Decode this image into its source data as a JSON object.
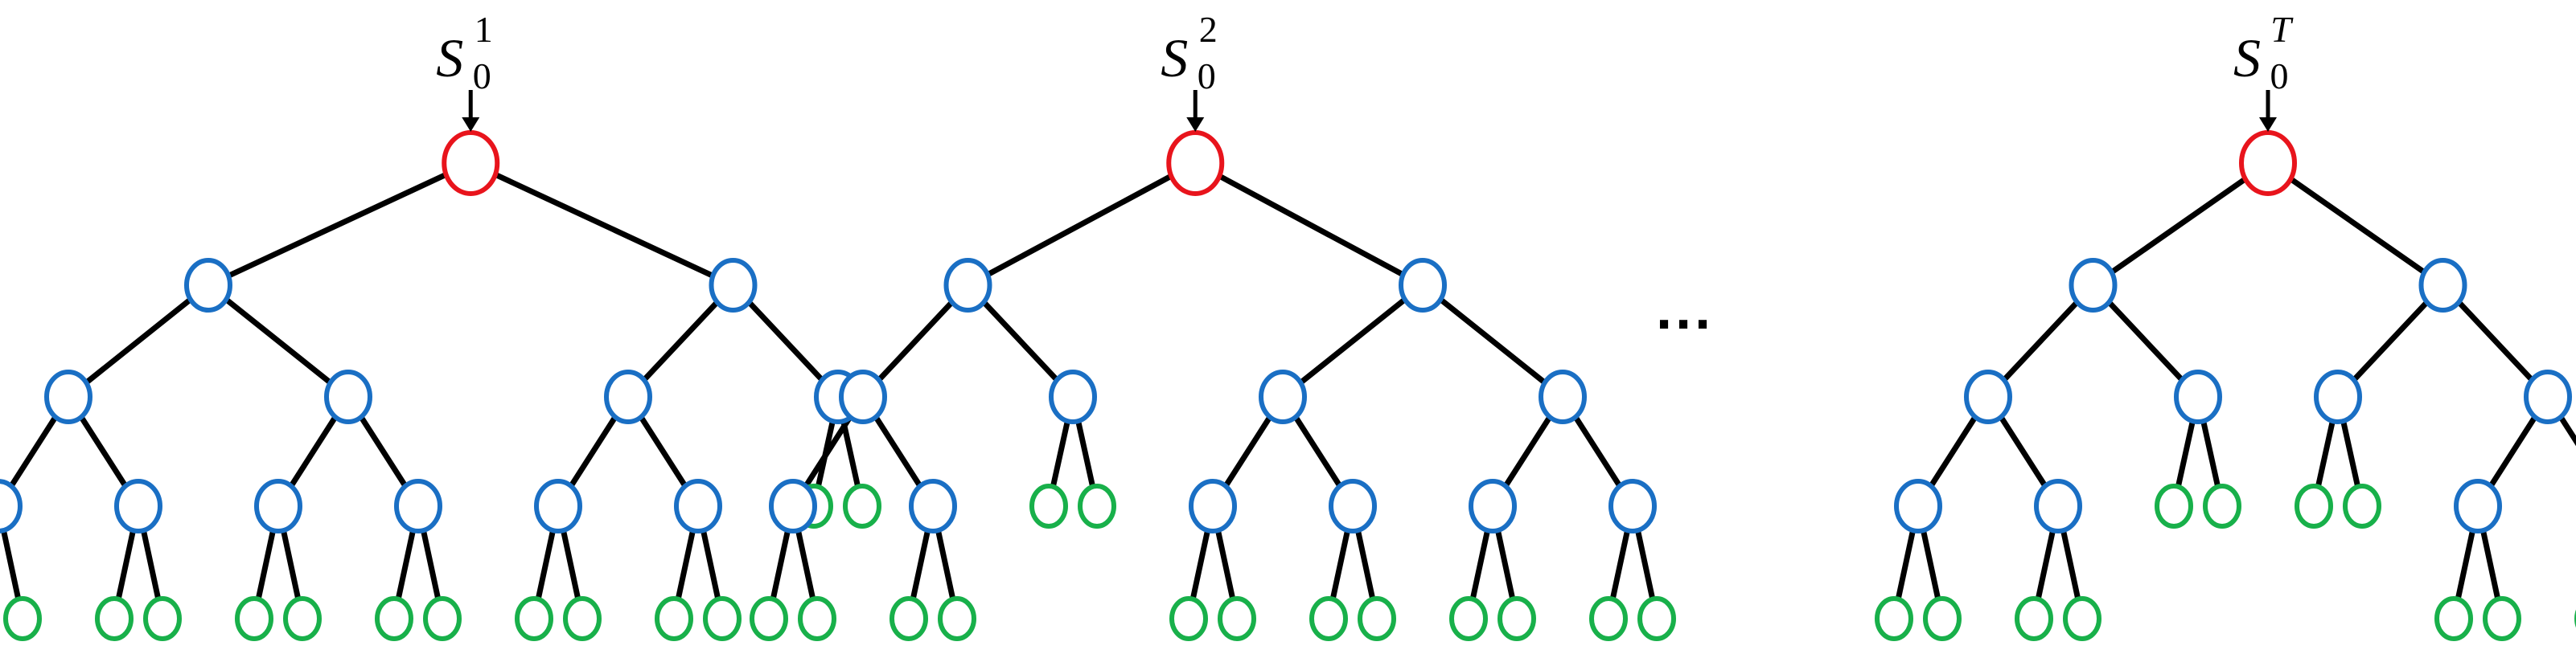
{
  "colors": {
    "root": "#e8141c",
    "internal": "#1a6fc4",
    "leaf": "#18b04a",
    "edge": "#000000"
  },
  "ellipsis": "···",
  "trees": [
    {
      "label_base": "S",
      "label_sub": "0",
      "label_sup": "1",
      "sup_italic": false,
      "root_name": "root-node-s0-1",
      "structure": [
        "c",
        [
          "c",
          [
            "c",
            [
              "c",
              "l",
              "l"
            ],
            [
              "c",
              "l",
              "l"
            ]
          ],
          [
            "c",
            [
              "c",
              "l",
              "l"
            ],
            [
              "c",
              "l",
              "l"
            ]
          ]
        ],
        [
          "c",
          [
            "c",
            [
              "c",
              "l",
              "l"
            ],
            [
              "c",
              "l",
              "l"
            ]
          ],
          [
            "c",
            "l",
            "l"
          ]
        ]
      ]
    },
    {
      "label_base": "S",
      "label_sub": "0",
      "label_sup": "2",
      "sup_italic": false,
      "root_name": "root-node-s0-2",
      "structure": [
        "c",
        [
          "c",
          [
            "c",
            [
              "c",
              "l",
              "l"
            ],
            [
              "c",
              "l",
              "l"
            ]
          ],
          [
            "c",
            "l",
            "l"
          ]
        ],
        [
          "c",
          [
            "c",
            [
              "c",
              "l",
              "l"
            ],
            [
              "c",
              "l",
              "l"
            ]
          ],
          [
            "c",
            [
              "c",
              "l",
              "l"
            ],
            [
              "c",
              "l",
              "l"
            ]
          ]
        ]
      ]
    },
    {
      "label_base": "S",
      "label_sub": "0",
      "label_sup": "T",
      "sup_italic": true,
      "root_name": "root-node-s0-T",
      "structure": [
        "c",
        [
          "c",
          [
            "c",
            [
              "c",
              "l",
              "l"
            ],
            [
              "c",
              "l",
              "l"
            ]
          ],
          [
            "c",
            "l",
            "l"
          ]
        ],
        [
          "c",
          [
            "c",
            "l",
            "l"
          ],
          [
            "c",
            [
              "c",
              "l",
              "l"
            ],
            [
              "c",
              "l",
              "l"
            ]
          ]
        ]
      ]
    }
  ]
}
